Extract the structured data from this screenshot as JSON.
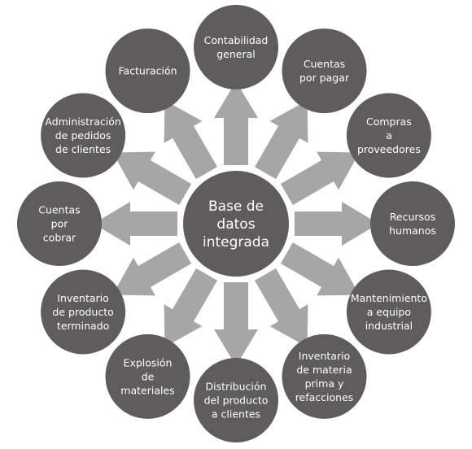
{
  "colors": {
    "node_fill": "#5e5c5d",
    "center_fill": "#5e5c5d",
    "arrow_fill": "#a6a6a6",
    "text": "#ffffff",
    "background": "#ffffff"
  },
  "center": {
    "lines": [
      "Base de",
      "datos",
      "integrada"
    ]
  },
  "nodes": [
    {
      "id": "contabilidad-general",
      "lines": [
        "Contabilidad",
        "general"
      ]
    },
    {
      "id": "cuentas-por-pagar",
      "lines": [
        "Cuentas",
        "por pagar"
      ]
    },
    {
      "id": "compras-a-proveedores",
      "lines": [
        "Compras",
        "a",
        "proveedores"
      ]
    },
    {
      "id": "recursos-humanos",
      "lines": [
        "Recursos",
        "humanos"
      ]
    },
    {
      "id": "mantenimiento-equipo-industrial",
      "lines": [
        "Mantenimiento",
        "a equipo",
        "industrial"
      ]
    },
    {
      "id": "inventario-materia-prima",
      "lines": [
        "Inventario",
        "de materia",
        "prima y",
        "refacciones"
      ]
    },
    {
      "id": "distribucion-producto",
      "lines": [
        "Distribución",
        "del producto",
        "a clientes"
      ]
    },
    {
      "id": "explosion-materiales",
      "lines": [
        "Explosión",
        "de",
        "materiales"
      ]
    },
    {
      "id": "inventario-producto-terminado",
      "lines": [
        "Inventario",
        "de producto",
        "terminado"
      ]
    },
    {
      "id": "cuentas-por-cobrar",
      "lines": [
        "Cuentas",
        "por",
        "cobrar"
      ]
    },
    {
      "id": "administracion-pedidos",
      "lines": [
        "Administración",
        "de pedidos",
        "de clientes"
      ]
    },
    {
      "id": "facturacion",
      "lines": [
        "Facturación"
      ]
    }
  ]
}
